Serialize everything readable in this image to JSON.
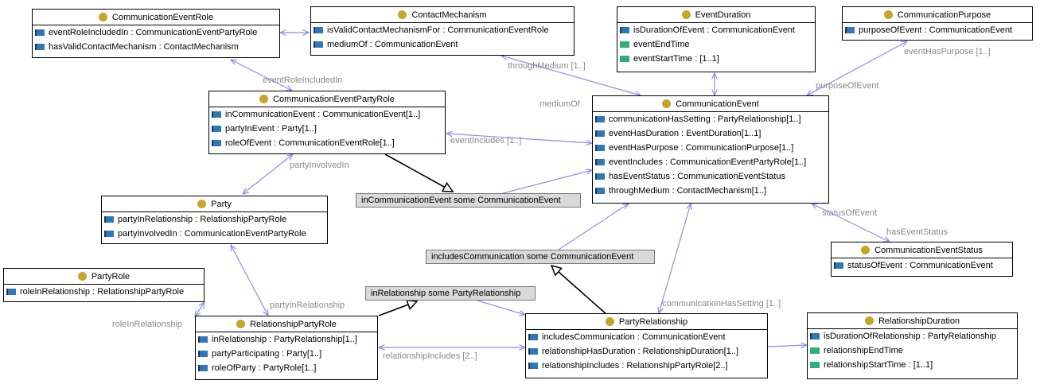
{
  "classes": {
    "communication_event_role": {
      "name": "CommunicationEventRole",
      "props": [
        {
          "label": "eventRoleIncludedIn : CommunicationEventPartyRole",
          "kind": "object"
        },
        {
          "label": "hasValidContactMechanism : ContactMechanism",
          "kind": "object"
        }
      ]
    },
    "contact_mechanism": {
      "name": "ContactMechanism",
      "props": [
        {
          "label": "isValidContactMechanismFor : CommunicationEventRole",
          "kind": "object"
        },
        {
          "label": "mediumOf : CommunicationEvent",
          "kind": "object"
        }
      ]
    },
    "event_duration": {
      "name": "EventDuration",
      "props": [
        {
          "label": "isDurationOfEvent : CommunicationEvent",
          "kind": "object"
        },
        {
          "label": "eventEndTime",
          "kind": "data"
        },
        {
          "label": "eventStartTime : [1..1]",
          "kind": "data"
        }
      ]
    },
    "communication_purpose": {
      "name": "CommunicationPurpose",
      "props": [
        {
          "label": "purposeOfEvent : CommunicationEvent",
          "kind": "object"
        }
      ]
    },
    "communication_event_party_role": {
      "name": "CommunicationEventPartyRole",
      "props": [
        {
          "label": "inCommunicationEvent : CommunicationEvent[1..]",
          "kind": "object"
        },
        {
          "label": "partyInEvent : Party[1..]",
          "kind": "object"
        },
        {
          "label": "roleOfEvent : CommunicationEventRole[1..]",
          "kind": "object"
        }
      ]
    },
    "communication_event": {
      "name": "CommunicationEvent",
      "props": [
        {
          "label": "communicationHasSetting : PartyRelationship[1..]",
          "kind": "object"
        },
        {
          "label": "eventHasDuration : EventDuration[1..1]",
          "kind": "object"
        },
        {
          "label": "eventHasPurpose : CommunicationPurpose[1..]",
          "kind": "object"
        },
        {
          "label": "eventIncludes : CommunicationEventPartyRole[1..]",
          "kind": "object"
        },
        {
          "label": "hasEventStatus : CommunicationEventStatus",
          "kind": "object"
        },
        {
          "label": "throughMedium : ContactMechanism[1..]",
          "kind": "object"
        }
      ]
    },
    "party": {
      "name": "Party",
      "props": [
        {
          "label": "partyInRelationship : RelationshipPartyRole",
          "kind": "object"
        },
        {
          "label": "partyInvolvedIn : CommunicationEventPartyRole",
          "kind": "object"
        }
      ]
    },
    "party_role": {
      "name": "PartyRole",
      "props": [
        {
          "label": "roleInRelationship : RelationshipPartyRole",
          "kind": "object"
        }
      ]
    },
    "communication_event_status": {
      "name": "CommunicationEventStatus",
      "props": [
        {
          "label": "statusOfEvent : CommunicationEvent",
          "kind": "object"
        }
      ]
    },
    "relationship_party_role": {
      "name": "RelationshipPartyRole",
      "props": [
        {
          "label": "inRelationship : PartyRelationship[1..]",
          "kind": "object"
        },
        {
          "label": "partyParticipating : Party[1..]",
          "kind": "object"
        },
        {
          "label": "roleOfParty : PartyRole[1..]",
          "kind": "object"
        }
      ]
    },
    "party_relationship": {
      "name": "PartyRelationship",
      "props": [
        {
          "label": "includesCommunication : CommunicationEvent",
          "kind": "object"
        },
        {
          "label": "relationshipHasDuration : RelationshipDuration[1..]",
          "kind": "object"
        },
        {
          "label": "relationshipIncludes : RelationshipPartyRole[2..]",
          "kind": "object"
        }
      ]
    },
    "relationship_duration": {
      "name": "RelationshipDuration",
      "props": [
        {
          "label": "isDurationOfRelationship : PartyRelationship",
          "kind": "object"
        },
        {
          "label": "relationshipEndTime",
          "kind": "data"
        },
        {
          "label": "relationshipStartTime : [1..1]",
          "kind": "data"
        }
      ]
    }
  },
  "restrictions": {
    "in_communication_event": "inCommunicationEvent some CommunicationEvent",
    "includes_communication": "includesCommunication some CommunicationEvent",
    "in_relationship": "inRelationship some PartyRelationship"
  },
  "edge_labels": {
    "through_medium": "throughMedium [1..]",
    "medium_of": "mediumOf",
    "event_has_purpose": "eventHasPurpose [1..]",
    "purpose_of_event": "purposeOfEvent",
    "event_role_included_in": "eventRoleIncludedIn",
    "event_includes": "eventIncludes [1..]",
    "party_involved_in": "partyInvolvedIn",
    "status_of_event": "statusOfEvent",
    "has_event_status": "hasEventStatus",
    "party_in_relationship": "partyInRelationship",
    "role_in_relationship": "roleInRelationship",
    "communication_has_setting": "communicationHasSetting [1..]",
    "relationship_includes": "relationshipIncludes [2..]"
  },
  "colors": {
    "class_bullet": "#c8a52a",
    "object_property": "#2f77b8",
    "data_property": "#2fae7a",
    "relation_line": "#8c8cf0",
    "restriction_fill": "#d9d9d9",
    "edge_label": "#8a8a8a"
  }
}
